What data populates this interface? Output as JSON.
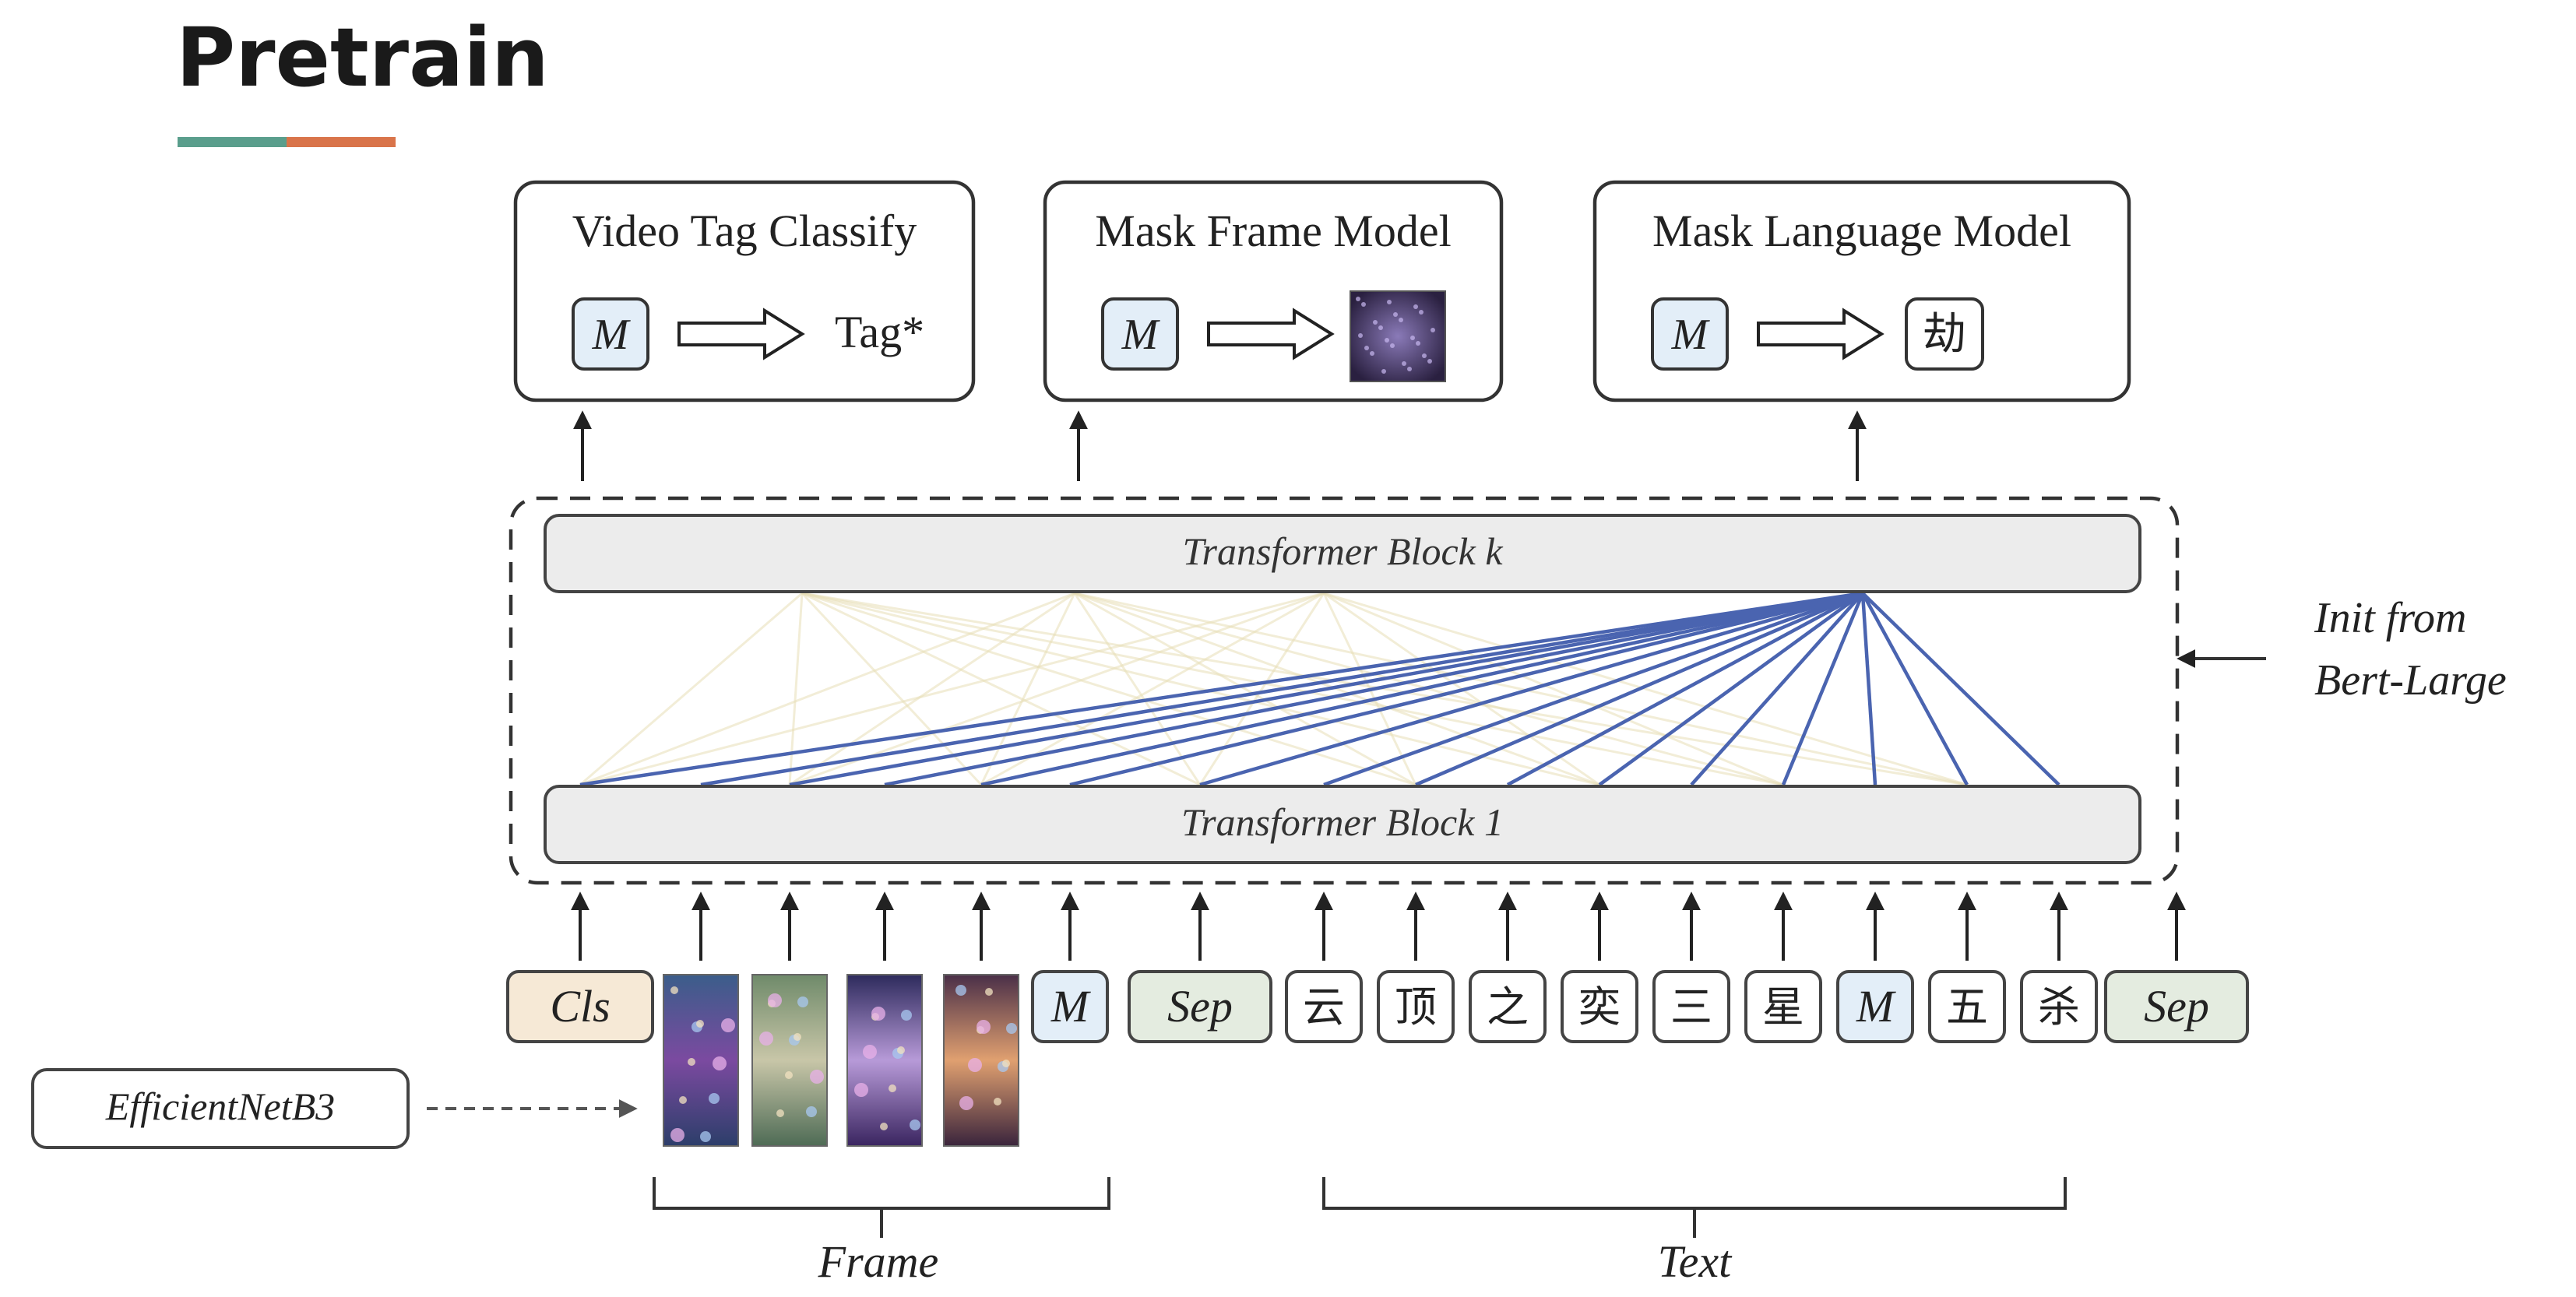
{
  "slide": {
    "title": "Pretrain"
  },
  "heads": [
    {
      "title": "Video Tag Classify",
      "input": "M",
      "output": "Tag*",
      "output_kind": "text"
    },
    {
      "title": "Mask Frame Model",
      "input": "M",
      "output": "",
      "output_kind": "frame"
    },
    {
      "title": "Mask Language Model",
      "input": "M",
      "output": "劫",
      "output_kind": "char"
    }
  ],
  "transformer": {
    "top": "Transformer Block k",
    "bottom": "Transformer Block 1",
    "init_note": [
      "Init from",
      "Bert-Large"
    ]
  },
  "tokens": [
    {
      "label": "Cls",
      "kind": "cls"
    },
    {
      "label": "",
      "kind": "frame"
    },
    {
      "label": "",
      "kind": "frame"
    },
    {
      "label": "",
      "kind": "frame"
    },
    {
      "label": "",
      "kind": "frame"
    },
    {
      "label": "M",
      "kind": "mask"
    },
    {
      "label": "Sep",
      "kind": "sep"
    },
    {
      "label": "云",
      "kind": "char"
    },
    {
      "label": "顶",
      "kind": "char"
    },
    {
      "label": "之",
      "kind": "char"
    },
    {
      "label": "奕",
      "kind": "char"
    },
    {
      "label": "三",
      "kind": "char"
    },
    {
      "label": "星",
      "kind": "char"
    },
    {
      "label": "M",
      "kind": "mask"
    },
    {
      "label": "五",
      "kind": "char"
    },
    {
      "label": "杀",
      "kind": "char"
    },
    {
      "label": "Sep",
      "kind": "sep"
    }
  ],
  "encoder": {
    "label": "EfficientNetB3"
  },
  "groups": [
    {
      "label": "Frame"
    },
    {
      "label": "Text"
    }
  ],
  "colors": {
    "accent_teal": "#5a9e8c",
    "accent_orange": "#d9744a",
    "attention_blue": "#4a64b0",
    "attention_faint": "#e8dfb8",
    "cls_fill": "#f6e9d6",
    "sep_fill": "#e4ece0",
    "mask_fill": "#e3eef8",
    "block_fill": "#ececec"
  }
}
